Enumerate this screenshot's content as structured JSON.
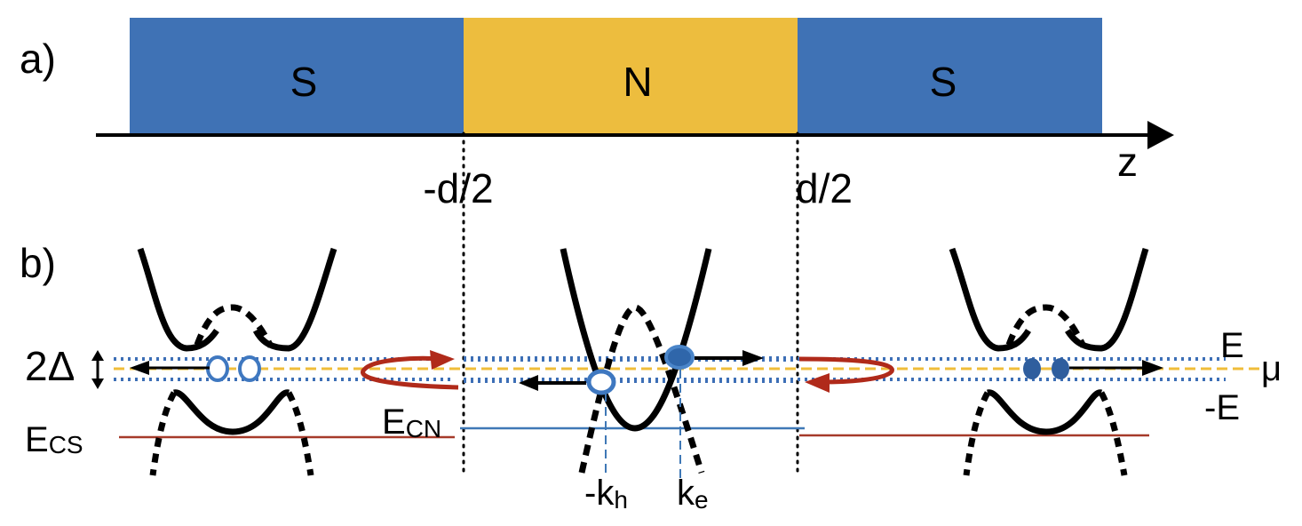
{
  "panel_a": {
    "label": "a)",
    "regions": [
      {
        "label": "S",
        "color": "#3f72b5"
      },
      {
        "label": "N",
        "color": "#edbd3e"
      },
      {
        "label": "S",
        "color": "#3f72b5"
      }
    ],
    "axis_label": "z",
    "ticks": [
      "-d/2",
      "d/2"
    ]
  },
  "panel_b": {
    "label": "b)",
    "gap_label": "2Δ",
    "E_label": "E",
    "mu_label": "μ",
    "negE_label": "-E",
    "ECS": {
      "main": "E",
      "sub": "CS"
    },
    "ECN": {
      "main": "E",
      "sub": "CN"
    },
    "kh": {
      "main": "-k",
      "sub": "h"
    },
    "ke": {
      "main": "k",
      "sub": "e"
    }
  },
  "colors": {
    "blue": "#3f72b5",
    "yellow": "#edbd3e",
    "dotted_blue": "#3d6fb6",
    "dashed_yellow": "#f0bd3a",
    "red_arrow": "#b02a1a",
    "ecs_line": "#a63a2a",
    "ecn_line": "#3f78b6",
    "black": "#000000"
  }
}
